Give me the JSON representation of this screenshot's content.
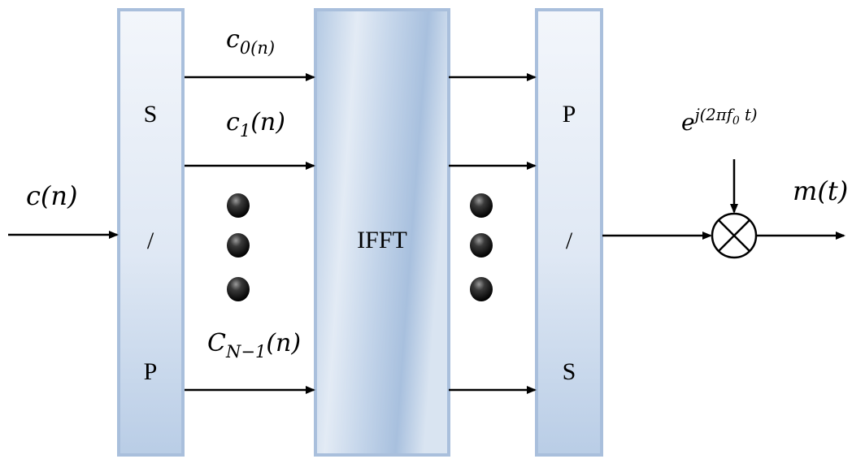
{
  "input_label": "c(n)",
  "output_label": "m(t)",
  "carrier_label": "e^{j(2πf0 t)}",
  "sp_block": {
    "top": "S",
    "mid": "/",
    "bottom": "P"
  },
  "ps_block": {
    "top": "P",
    "mid": "/",
    "bottom": "S"
  },
  "ifft_label": "IFFT",
  "subcarrier_labels": [
    "c0(n)",
    "c1(n)",
    "CN-1(n)"
  ],
  "colors": {
    "block_edge": "#a9bfdc",
    "block_fill_light": "#f1f5fb",
    "block_fill_dark": "#9ab6d9",
    "line": "#000000"
  }
}
